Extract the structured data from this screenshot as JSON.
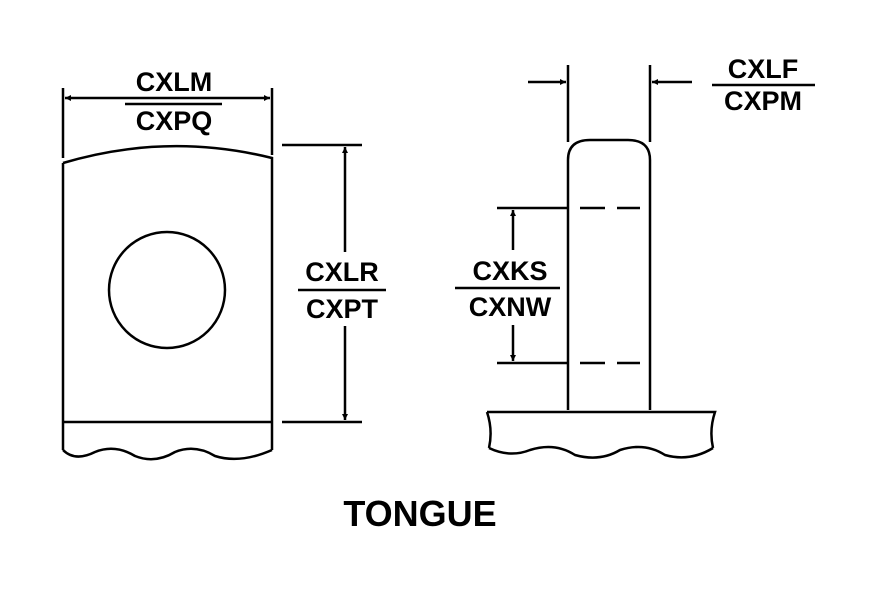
{
  "diagram": {
    "title": "TONGUE",
    "labels": {
      "width_top": "CXLM",
      "width_bottom": "CXPQ",
      "height_top": "CXLR",
      "height_bottom": "CXPT",
      "thickness_top": "CXLF",
      "thickness_bottom": "CXPM",
      "hole_top": "CXKS",
      "hole_bottom": "CXNW"
    },
    "colors": {
      "ink": "#000000",
      "background": "#ffffff"
    }
  }
}
